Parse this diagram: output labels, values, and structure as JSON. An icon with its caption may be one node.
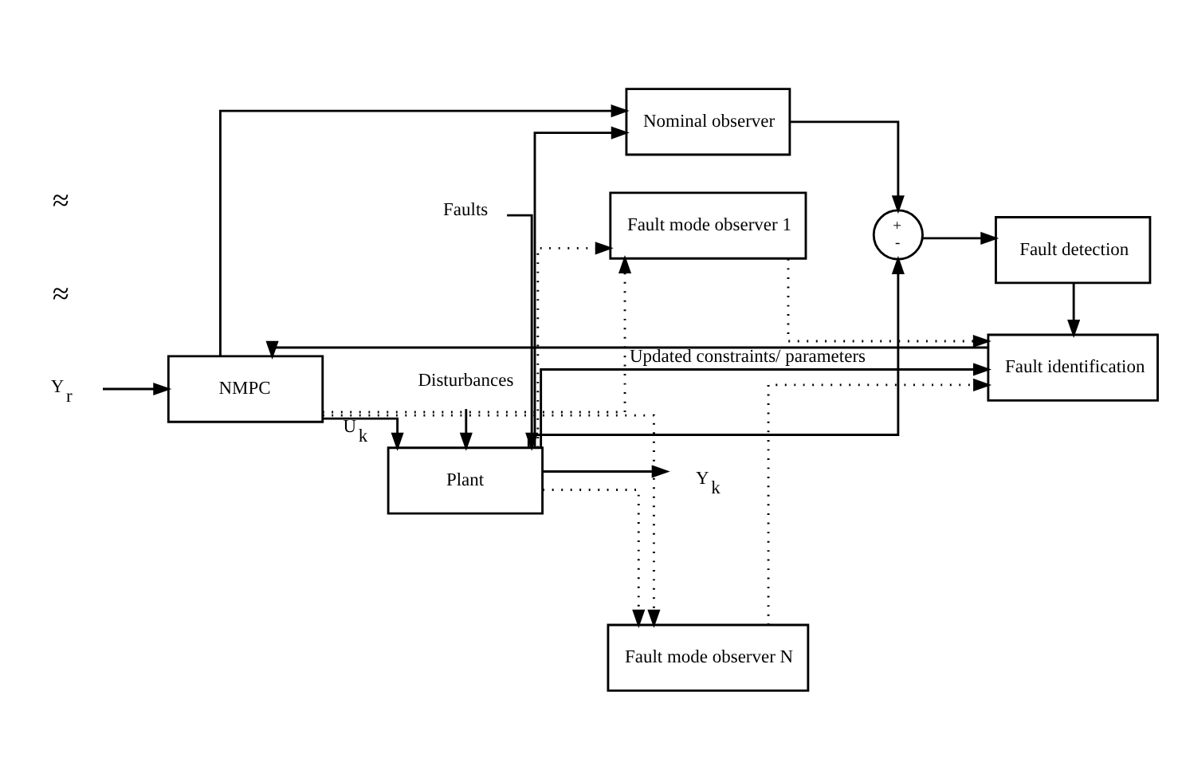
{
  "diagram": {
    "nodes": [
      {
        "text": [
          "Disturbances"
        ]
      },
      {
        "text": [
          "Faults"
        ]
      },
      {
        "text": [
          "Y$_{r}$"
        ]
      },
      {
        "text": [
          "NMPC"
        ]
      },
      {
        "text": [
          "Plant"
        ]
      },
      {
        "text": [
          "Y$_{k}$"
        ]
      },
      {
        "text": [
          "Nominal observer"
        ]
      },
      {
        "text": [
          "+",
          "-"
        ]
      },
      {
        "text": [
          "Fault detection"
        ]
      },
      {
        "text": [
          "Fault mode observer 1"
        ]
      },
      {
        "text": [
          "Fault identification"
        ]
      },
      {
        "text": [
          "Fault mode observer N"
        ]
      }
    ],
    "edges": [
      {
        "from": 0,
        "to": 4,
        "arrow": "to"
      },
      {
        "from": 1,
        "to": 4,
        "arrow": "to"
      },
      {
        "from": 2,
        "to": 3,
        "arrow": "to"
      },
      {
        "from": 3,
        "to": 4,
        "arrow": "to",
        "label": "U$_{k}$"
      },
      {
        "from": 4,
        "to": 5,
        "arrow": "to"
      },
      {
        "from": 4,
        "to": 7,
        "arrow": "to"
      },
      {
        "from": 4,
        "to": 6,
        "arrow": "to"
      },
      {
        "from": 3,
        "to": 6,
        "arrow": "to"
      },
      {
        "from": 4,
        "to": 9,
        "arrow": "to",
        "style": "dashed"
      },
      {
        "from": 3,
        "to": 9,
        "arrow": "to",
        "style": "dashed"
      },
      {
        "from": 4,
        "to": 11,
        "arrow": "to",
        "style": "dashed"
      },
      {
        "from": 3,
        "to": 11,
        "arrow": "to",
        "style": "dashed"
      },
      {
        "from": 6,
        "to": 7,
        "arrow": "to"
      },
      {
        "from": 7,
        "to": 8,
        "arrow": "to"
      },
      {
        "from": 8,
        "to": 10,
        "arrow": "to"
      },
      {
        "from": 4,
        "to": 10,
        "arrow": "to"
      },
      {
        "from": 9,
        "to": 10,
        "arrow": "to",
        "style": "dashed"
      },
      {
        "from": 11,
        "to": 10,
        "arrow": "to",
        "style": "dashed"
      },
      {
        "from": 10,
        "to": 3,
        "arrow": "to",
        "label": "Updated constraints/ parameters"
      }
    ],
    "labels": [
      "≈",
      "≈"
    ]
  }
}
